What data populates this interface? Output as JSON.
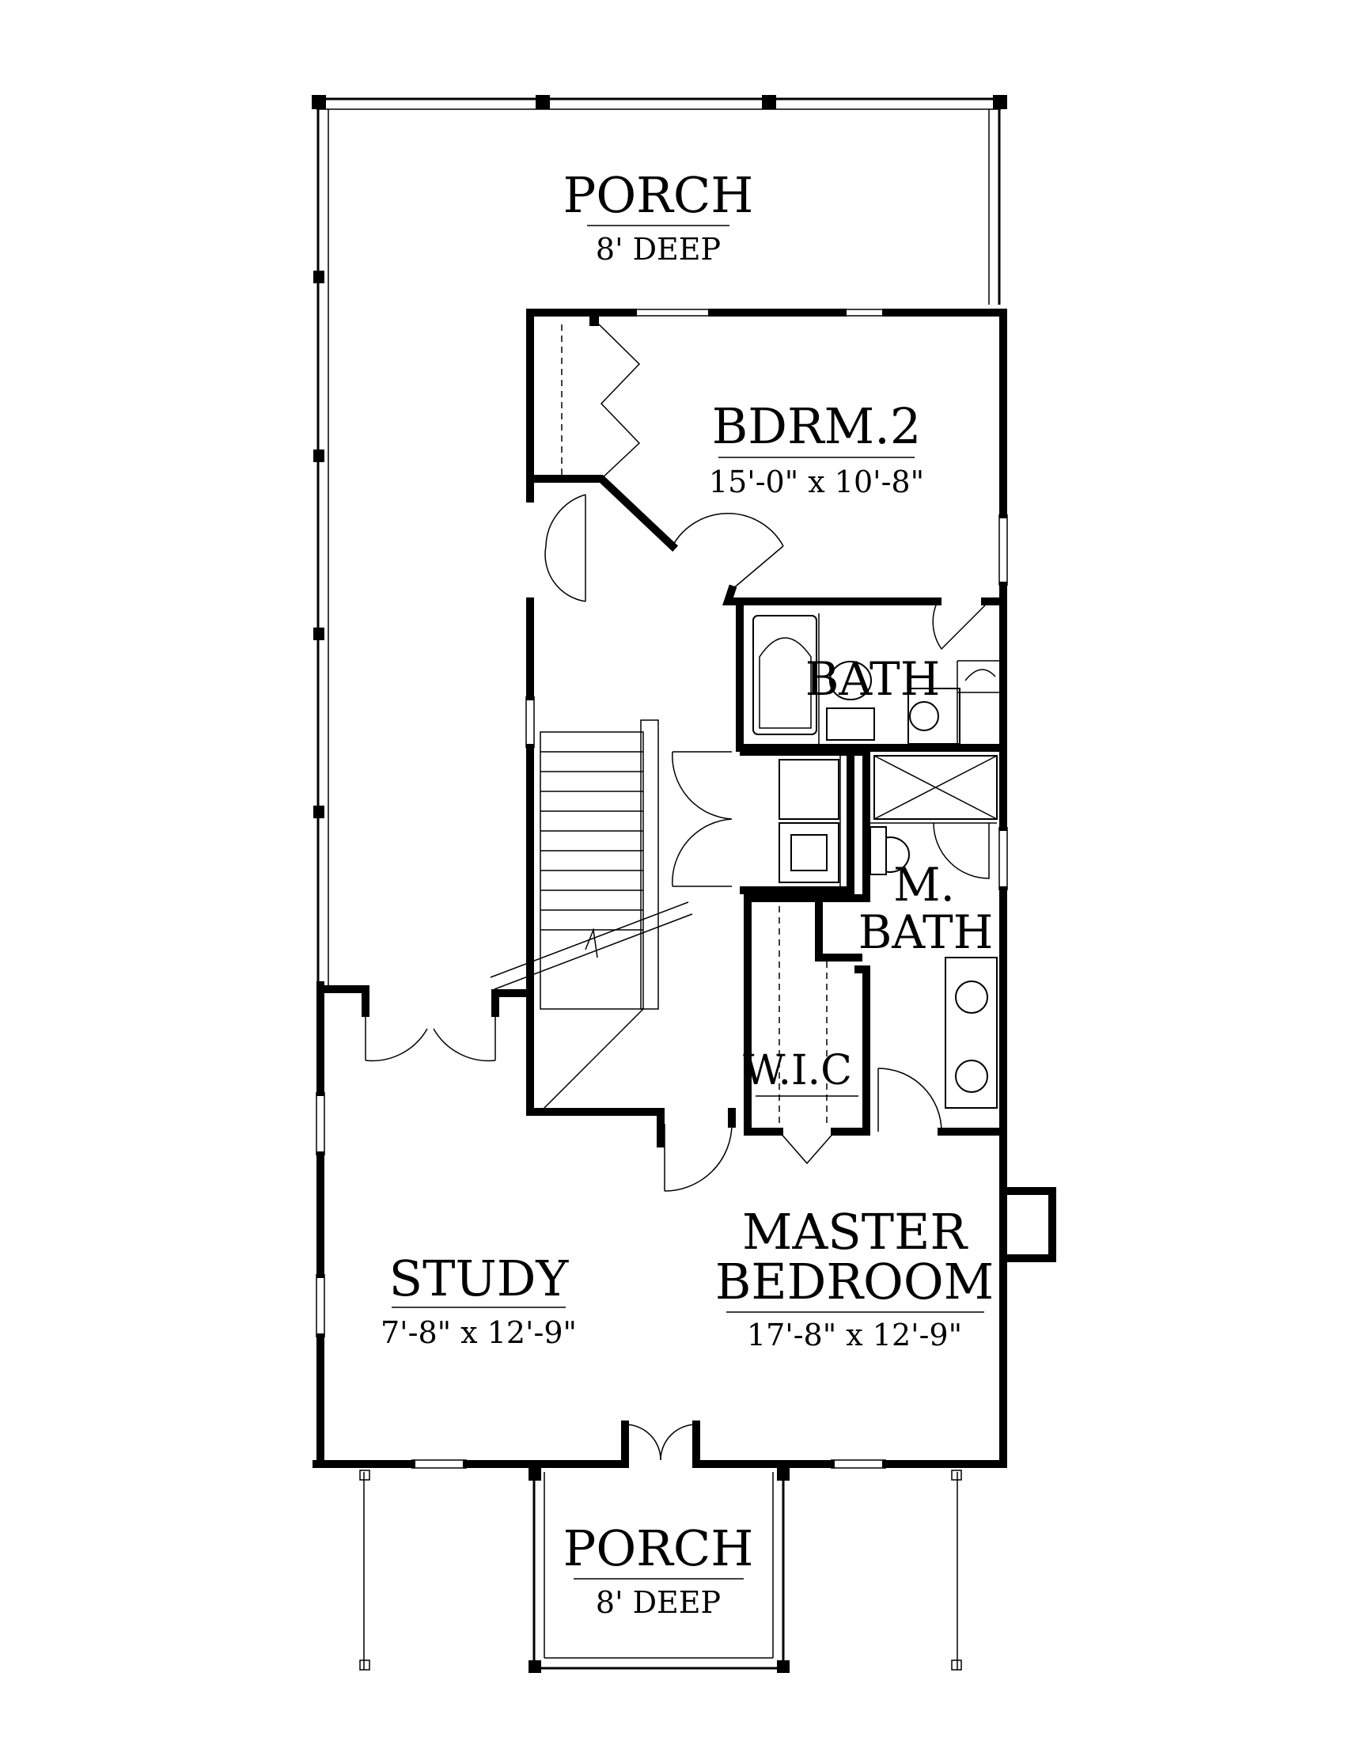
{
  "rooms": {
    "porch_top": {
      "name": "PORCH",
      "dim": "8' DEEP"
    },
    "bedroom2": {
      "name": "BDRM.2",
      "dim": "15'-0\" x 10'-8\""
    },
    "bath": {
      "name": "BATH"
    },
    "master_bath": {
      "line1": "M.",
      "line2": "BATH"
    },
    "wic": {
      "name": "W.I.C"
    },
    "study": {
      "name": "STUDY",
      "dim": "7'-8\" x 12'-9\""
    },
    "master_bedroom": {
      "line1": "MASTER",
      "line2": "BEDROOM",
      "dim": "17'-8\" x 12'-9\""
    },
    "porch_bottom": {
      "name": "PORCH",
      "dim": "8' DEEP"
    }
  }
}
